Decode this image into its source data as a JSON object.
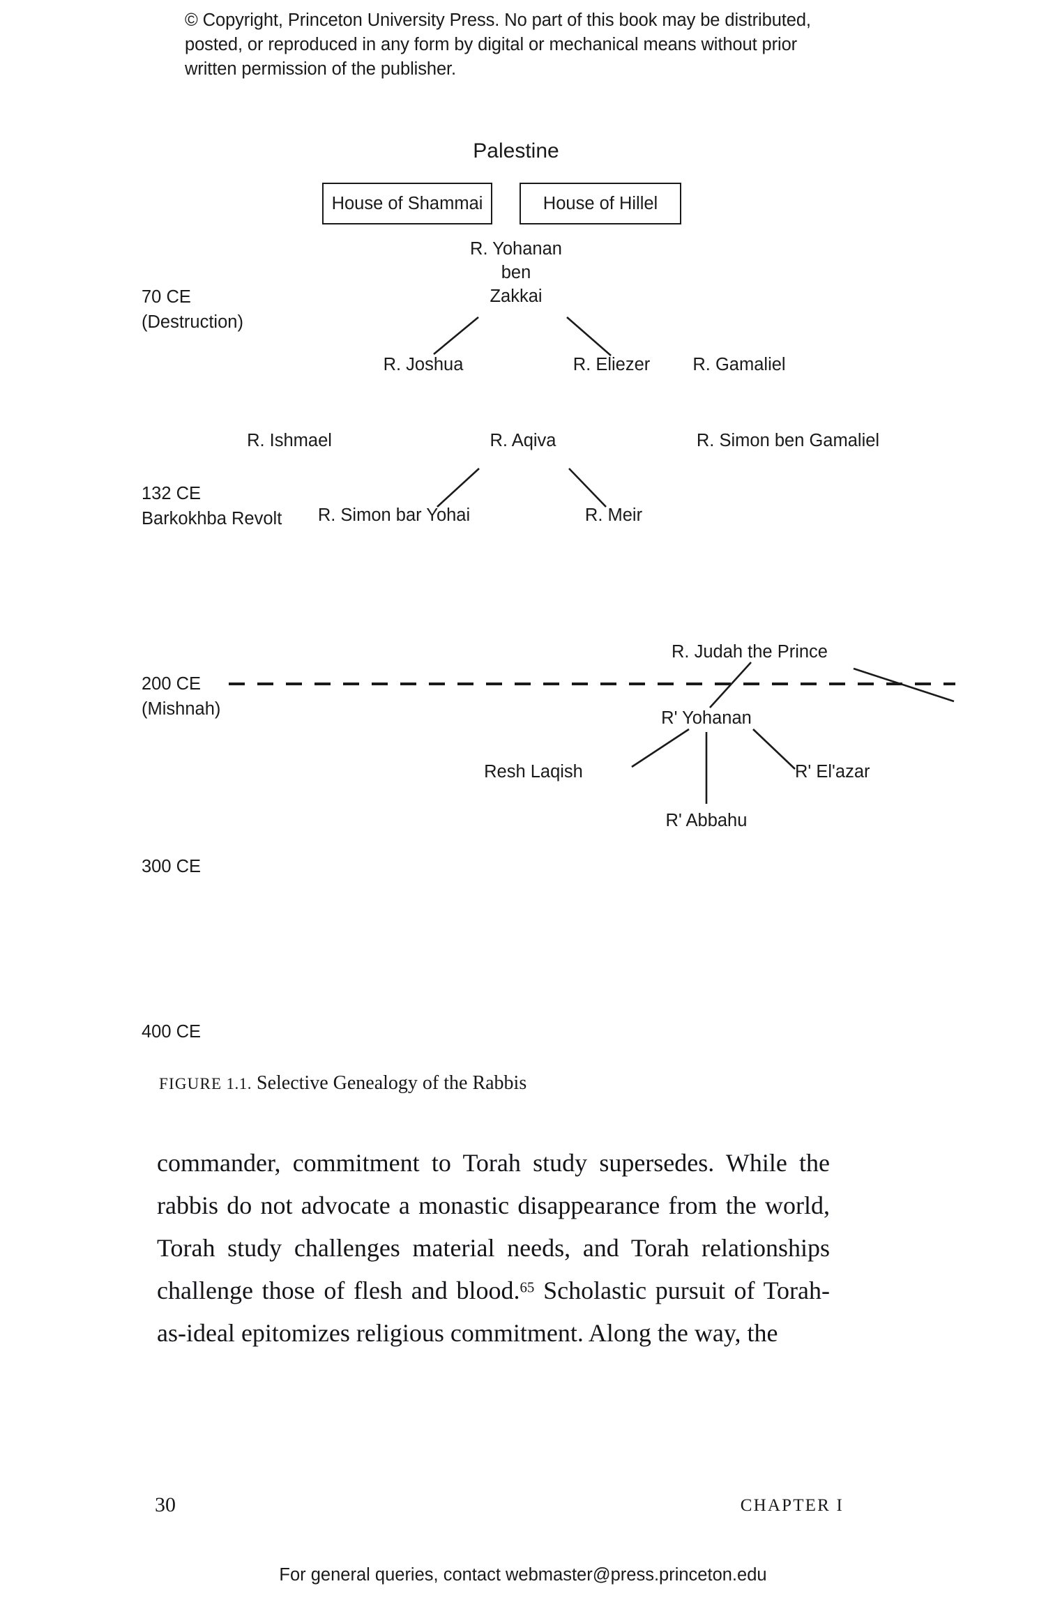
{
  "page": {
    "copyright_notice": "© Copyright, Princeton University Press. No part of this book may be distributed, posted, or reproduced in any form by digital or mechanical means without prior written permission of the publisher.",
    "queries_line": "For general queries, contact webmaster@press.princeton.edu",
    "folio": "30",
    "running_head": "CHAPTER I"
  },
  "figure": {
    "caption_label": "FIGURE",
    "caption_number": "1.1.",
    "caption_text": "Selective Genealogy of the Rabbis",
    "title": "Palestine",
    "boxes": [
      {
        "label": "House of Shammai"
      },
      {
        "label": "House of Hillel"
      }
    ],
    "eras": [
      {
        "line1": "70 CE",
        "line2": "(Destruction)"
      },
      {
        "line1": "132 CE",
        "line2": "Barkokhba Revolt"
      },
      {
        "line1": "200 CE",
        "line2": "(Mishnah)"
      },
      {
        "line1": "300 CE",
        "line2": ""
      },
      {
        "line1": "400 CE",
        "line2": ""
      }
    ],
    "nodes": [
      {
        "id": "yohanan-ben-zakkai",
        "label": "R. Yohanan\nben\nZakkai"
      },
      {
        "id": "joshua",
        "label": "R. Joshua"
      },
      {
        "id": "eliezer",
        "label": "R. Eliezer"
      },
      {
        "id": "gamaliel",
        "label": "R. Gamaliel"
      },
      {
        "id": "ishmael",
        "label": "R. Ishmael"
      },
      {
        "id": "aqiva",
        "label": "R. Aqiva"
      },
      {
        "id": "simon-ben-gamaliel",
        "label": "R. Simon ben Gamaliel"
      },
      {
        "id": "simon-bar-yohai",
        "label": "R. Simon bar Yohai"
      },
      {
        "id": "meir",
        "label": "R. Meir"
      },
      {
        "id": "judah-the-prince",
        "label": "R. Judah the Prince"
      },
      {
        "id": "r-yohanan",
        "label": "R' Yohanan"
      },
      {
        "id": "resh-laqish",
        "label": "Resh Laqish"
      },
      {
        "id": "r-abbahu",
        "label": "R' Abbahu"
      },
      {
        "id": "r-elazar",
        "label": "R' El'azar"
      }
    ],
    "node_text": {
      "yohanan_line1": "R. Yohanan",
      "yohanan_line2": "ben",
      "yohanan_line3": "Zakkai",
      "joshua": "R. Joshua",
      "eliezer": "R. Eliezer",
      "gamaliel": "R. Gamaliel",
      "ishmael": "R. Ishmael",
      "aqiva": "R. Aqiva",
      "simon_ben_gamaliel": "R. Simon ben Gamaliel",
      "simon_bar_yohai": "R. Simon bar Yohai",
      "meir": "R. Meir",
      "judah_the_prince": "R. Judah the Prince",
      "r_yohanan": "R' Yohanan",
      "resh_laqish": "Resh Laqish",
      "r_abbahu": "R' Abbahu",
      "r_elazar": "R' El'azar"
    },
    "colors": {
      "ink": "#1a1a1a",
      "box_border": "#1a1a1a",
      "background": "#ffffff"
    }
  },
  "body": {
    "paragraph_part1": "commander, commitment to Torah study supersedes. While the rabbis do not advocate a monastic disappearance from the world, Torah study challenges material needs, and Torah relationships challenge those of flesh and blood.",
    "footnote_marker": "65",
    "paragraph_part2": " Scholastic pursuit of Torah-as-ideal epitomizes religious commitment. Along the way, the"
  },
  "chart_data": {
    "type": "diagram",
    "title": "Selective Genealogy of the Rabbis",
    "region_label": "Palestine",
    "timeline": [
      "70 CE (Destruction)",
      "132 CE Barkokhba Revolt",
      "200 CE (Mishnah)",
      "300 CE",
      "400 CE"
    ],
    "nodes": [
      "House of Shammai",
      "House of Hillel",
      "R. Yohanan ben Zakkai",
      "R. Joshua",
      "R. Eliezer",
      "R. Gamaliel",
      "R. Ishmael",
      "R. Aqiva",
      "R. Simon ben Gamaliel",
      "R. Simon bar Yohai",
      "R. Meir",
      "R. Judah the Prince",
      "R' Yohanan",
      "Resh Laqish",
      "R' Abbahu",
      "R' El'azar"
    ],
    "edges": [
      [
        "R. Yohanan ben Zakkai",
        "R. Joshua"
      ],
      [
        "R. Yohanan ben Zakkai",
        "R. Eliezer"
      ],
      [
        "R. Aqiva",
        "R. Simon bar Yohai"
      ],
      [
        "R. Aqiva",
        "R. Meir"
      ],
      [
        "R. Judah the Prince",
        "R' Yohanan"
      ],
      [
        "R' Yohanan",
        "Resh Laqish"
      ],
      [
        "R' Yohanan",
        "R' Abbahu"
      ],
      [
        "R' Yohanan",
        "R' El'azar"
      ]
    ]
  }
}
